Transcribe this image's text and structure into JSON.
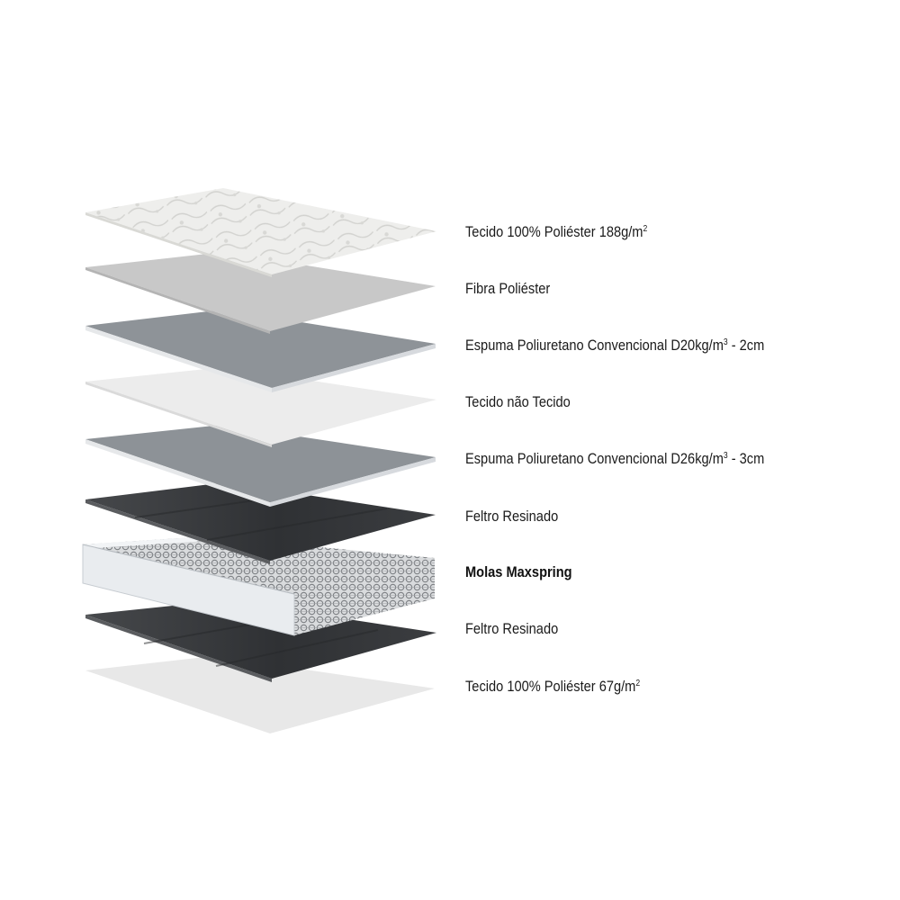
{
  "layers": [
    {
      "id": "top-fabric",
      "label_main": "Tecido 100% Poliéster 188g/m",
      "label_sup": "2",
      "label_tail": "",
      "bold": false
    },
    {
      "id": "polyester-fiber",
      "label_main": "Fibra Poliéster",
      "label_sup": "",
      "label_tail": "",
      "bold": false
    },
    {
      "id": "foam-d20",
      "label_main": "Espuma Poliuretano Convencional D20kg/m",
      "label_sup": "3",
      "label_tail": " - 2cm",
      "bold": false
    },
    {
      "id": "non-woven-fabric",
      "label_main": "Tecido não Tecido",
      "label_sup": "",
      "label_tail": "",
      "bold": false
    },
    {
      "id": "foam-d26",
      "label_main": "Espuma Poliuretano Convencional D26kg/m",
      "label_sup": "3",
      "label_tail": " - 3cm",
      "bold": false
    },
    {
      "id": "resin-felt-top",
      "label_main": "Feltro Resinado",
      "label_sup": "",
      "label_tail": "",
      "bold": false
    },
    {
      "id": "maxspring-springs",
      "label_main": "Molas Maxspring",
      "label_sup": "",
      "label_tail": "",
      "bold": true
    },
    {
      "id": "resin-felt-bottom",
      "label_main": "Feltro Resinado",
      "label_sup": "",
      "label_tail": "",
      "bold": false
    },
    {
      "id": "bottom-fabric",
      "label_main": "Tecido 100% Poliéster 67g/m",
      "label_sup": "2",
      "label_tail": "",
      "bold": false
    }
  ],
  "colors": {
    "fabric": "#ececea",
    "fiber": "#c9c9c9",
    "foam": "#8e9398",
    "non_woven": "#ededed",
    "felt": "#3b3d40",
    "spring_frame": "#e9ecef",
    "bottom_fabric": "#e9e9e9"
  }
}
